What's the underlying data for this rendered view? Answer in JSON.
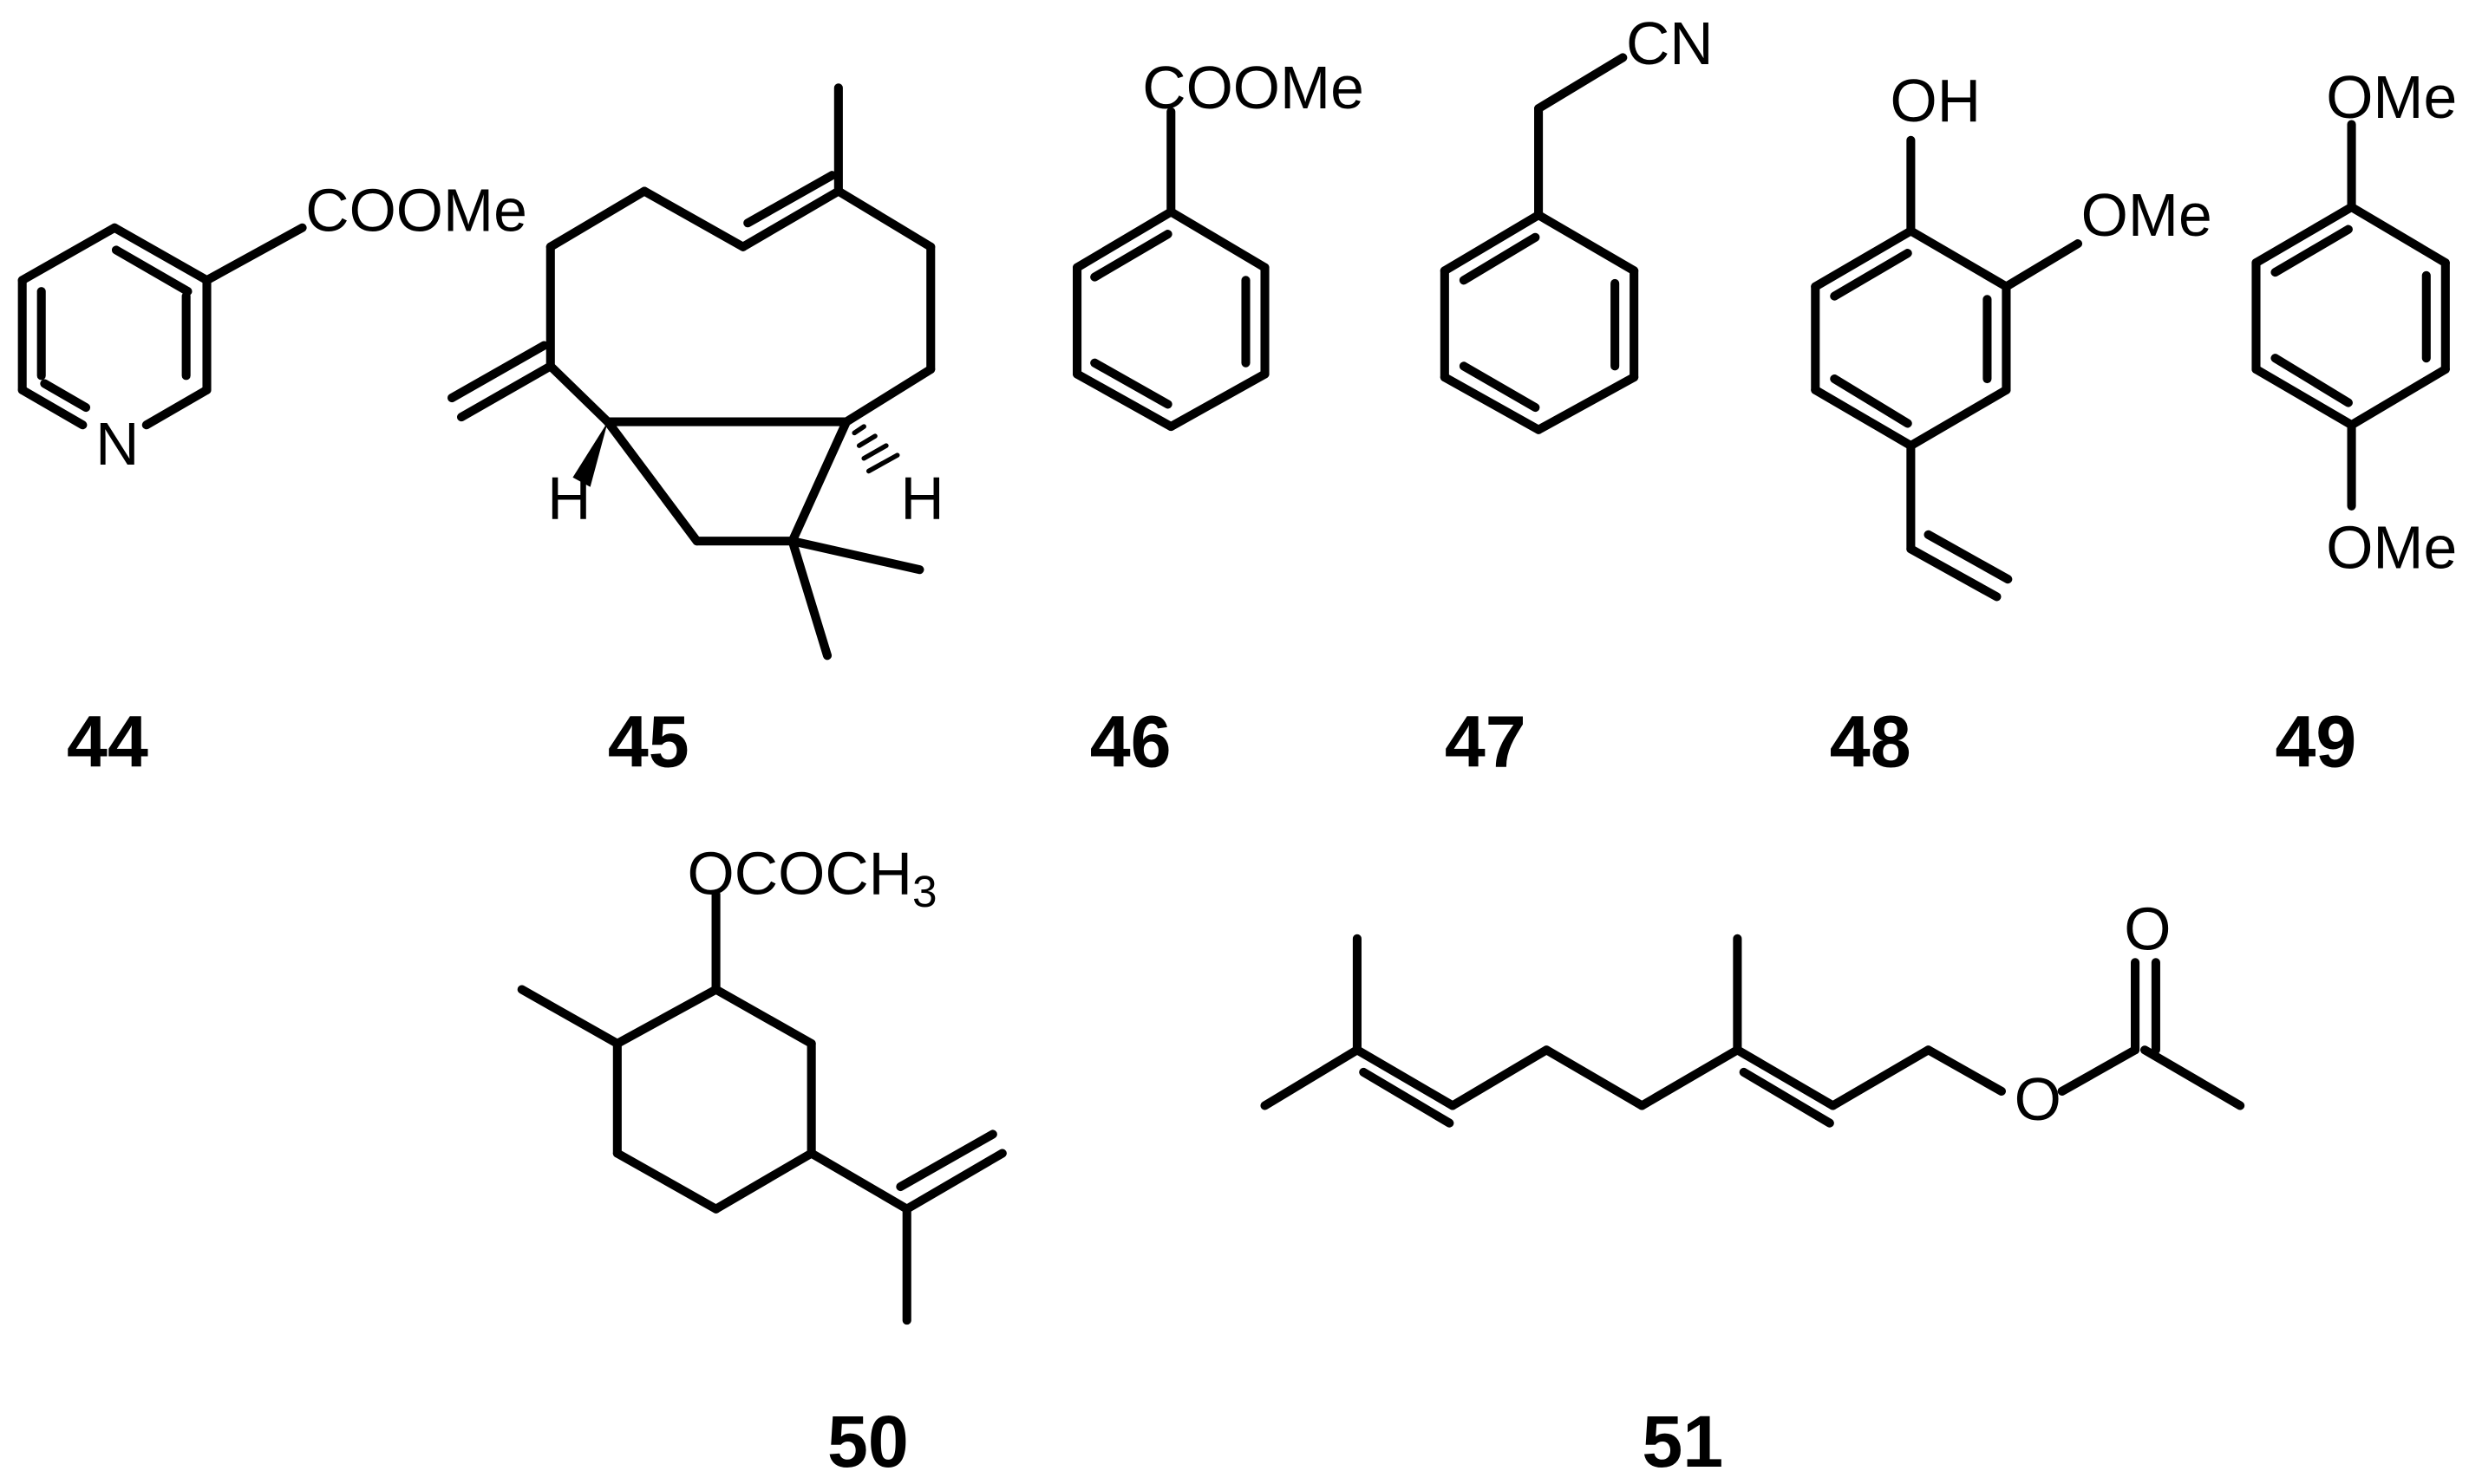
{
  "compounds": [
    {
      "id": "44",
      "label": "44",
      "atoms": {
        "ester": "COOMe",
        "ring_n": "N"
      }
    },
    {
      "id": "45",
      "label": "45",
      "atoms": {
        "h_left": "H",
        "h_right": "H"
      }
    },
    {
      "id": "46",
      "label": "46",
      "atoms": {
        "ester": "COOMe"
      }
    },
    {
      "id": "47",
      "label": "47",
      "atoms": {
        "nitrile": "CN"
      }
    },
    {
      "id": "48",
      "label": "48",
      "atoms": {
        "hydroxyl": "OH",
        "methoxy": "OMe"
      }
    },
    {
      "id": "49",
      "label": "49",
      "atoms": {
        "methoxy_top": "OMe",
        "methoxy_bottom": "OMe"
      }
    },
    {
      "id": "50",
      "label": "50",
      "atoms": {
        "acetate_main": "OCOCH",
        "acetate_sub": "3"
      }
    },
    {
      "id": "51",
      "label": "51",
      "atoms": {
        "carbonyl_o": "O",
        "ester_o": "O"
      }
    }
  ]
}
